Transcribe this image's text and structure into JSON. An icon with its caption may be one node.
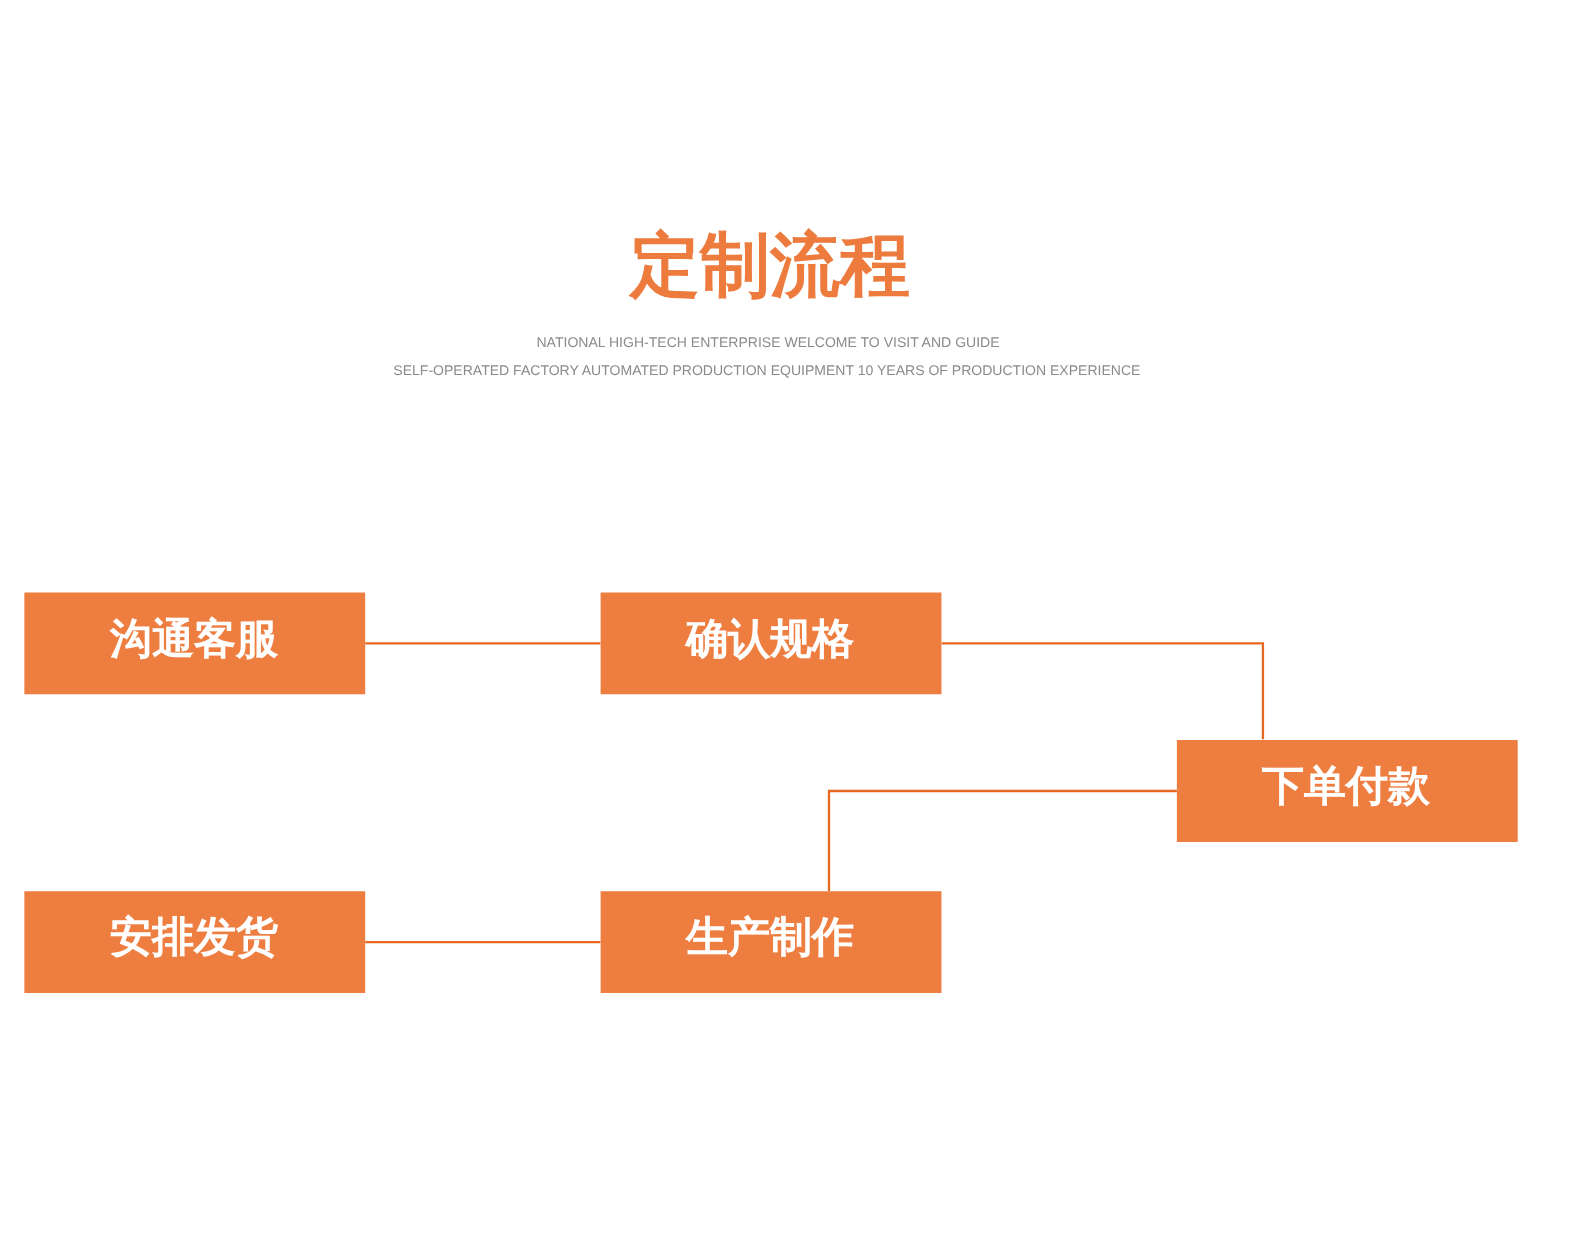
{
  "diagram": {
    "title": "定制流程",
    "nodes": [
      {
        "text": [
          "沟通客服"
        ]
      },
      {
        "text": [
          "确认规格"
        ]
      },
      {
        "text": [
          "下单付款"
        ]
      },
      {
        "text": [
          "安排发货"
        ]
      },
      {
        "text": [
          "生产制作"
        ]
      }
    ],
    "edges": [
      {
        "from": 0,
        "to": 1,
        "arrow": "none"
      },
      {
        "from": 1,
        "to": 2,
        "arrow": "none"
      },
      {
        "from": 2,
        "to": 4,
        "arrow": "none"
      },
      {
        "from": 3,
        "to": 4,
        "arrow": "none"
      }
    ],
    "labels": [
      "NATIONAL HIGH-TECH ENTERPRISE WELCOME TO VISIT AND GUIDE",
      "SELF-OPERATED FACTORY AUTOMATED PRODUCTION EQUIPMENT 10 YEARS OF PRODUCTION EXPERIENCE"
    ]
  }
}
